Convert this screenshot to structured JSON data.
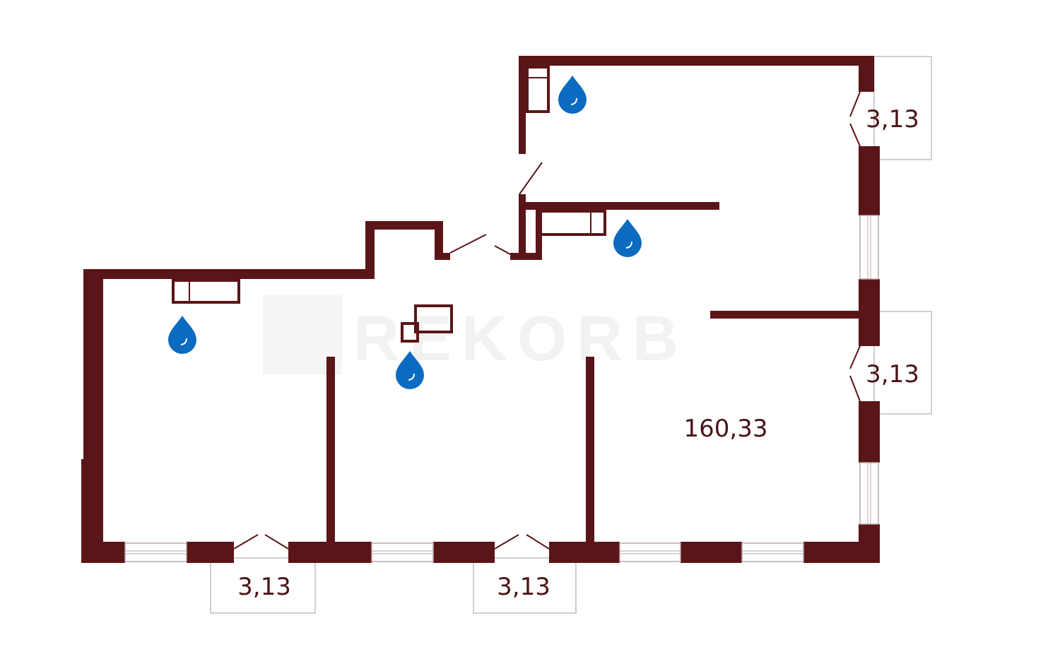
{
  "plan": {
    "total_area": "160,33",
    "balconies": [
      {
        "area": "3,13"
      },
      {
        "area": "3,13"
      },
      {
        "area": "3,13"
      },
      {
        "area": "3,13"
      }
    ],
    "watermark": "REKORB",
    "icons": [
      "water-drop-icon",
      "water-drop-icon",
      "water-drop-icon",
      "water-drop-icon"
    ],
    "colors": {
      "wall": "#5a1518",
      "water": "#0a6bc0",
      "balcony_outline": "#d4cccc"
    }
  }
}
